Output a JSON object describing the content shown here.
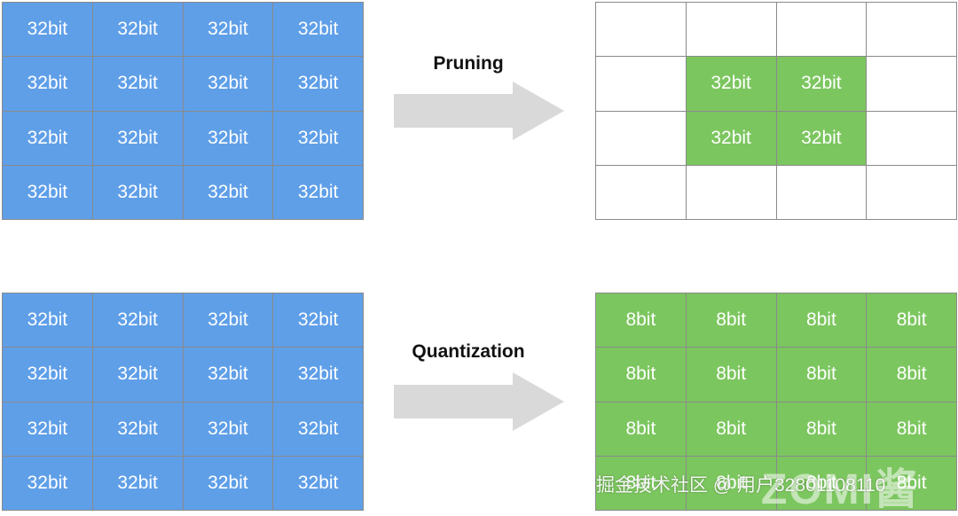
{
  "pruning_label": "Pruning",
  "quantization_label": "Quantization",
  "grids": {
    "top_left": [
      "32bit",
      "32bit",
      "32bit",
      "32bit",
      "32bit",
      "32bit",
      "32bit",
      "32bit",
      "32bit",
      "32bit",
      "32bit",
      "32bit",
      "32bit",
      "32bit",
      "32bit",
      "32bit"
    ],
    "top_right": [
      "",
      "",
      "",
      "",
      "",
      "32bit",
      "32bit",
      "",
      "",
      "32bit",
      "32bit",
      "",
      "",
      "",
      "",
      ""
    ],
    "bottom_left": [
      "32bit",
      "32bit",
      "32bit",
      "32bit",
      "32bit",
      "32bit",
      "32bit",
      "32bit",
      "32bit",
      "32bit",
      "32bit",
      "32bit",
      "32bit",
      "32bit",
      "32bit",
      "32bit"
    ],
    "bottom_right": [
      "8bit",
      "8bit",
      "8bit",
      "8bit",
      "8bit",
      "8bit",
      "8bit",
      "8bit",
      "8bit",
      "8bit",
      "8bit",
      "8bit",
      "8bit",
      "8bit",
      "8bit",
      "8bit"
    ]
  },
  "colors": {
    "blue_cell": "#5f9fe8",
    "green_cell": "#7cc65f",
    "arrow": "#d9d9d9"
  },
  "watermark": {
    "text": "掘金技术社区 @ 用户3280110811​0",
    "logo": "ZOMI酱"
  }
}
